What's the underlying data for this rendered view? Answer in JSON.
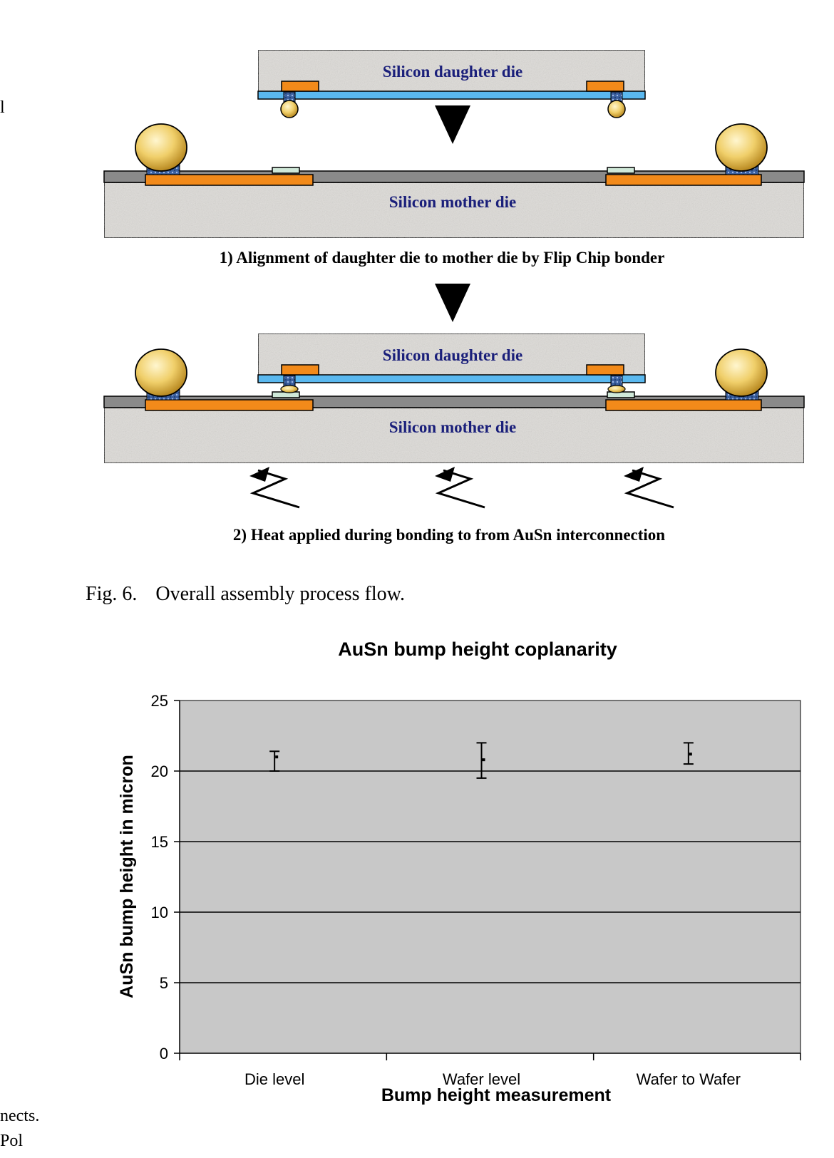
{
  "margin_fragments": {
    "top_left": "l",
    "bottom_line1": "nects.",
    "bottom_line2": "Pol"
  },
  "diagram": {
    "step1": {
      "daughter_label": "Silicon daughter die",
      "mother_label": "Silicon mother die",
      "caption": "1) Alignment of daughter die to mother die by Flip Chip bonder"
    },
    "step2": {
      "daughter_label": "Silicon daughter die",
      "mother_label": "Silicon mother die",
      "caption": "2) Heat applied during bonding to from AuSn interconnection"
    },
    "colors": {
      "pad": "#f28a1a",
      "passivation": "#5ab8ef",
      "solder_ball": "#f0cf6a",
      "ubm": "#3a5f9e",
      "silicon": "#dedcd8",
      "top_layer": "#8a8a8a",
      "label_text": "#1a1f7a"
    }
  },
  "figure_caption": {
    "label": "Fig. 6.",
    "text": "Overall assembly process flow."
  },
  "chart_data": {
    "type": "scatter",
    "title": "AuSn bump height coplanarity",
    "xlabel": "Bump height measurement",
    "ylabel": "AuSn bump height in micron",
    "categories": [
      "Die level",
      "Wafer level",
      "Wafer to Wafer"
    ],
    "mean": [
      21.0,
      20.8,
      21.2
    ],
    "err_low": [
      20.0,
      19.5,
      20.5
    ],
    "err_high": [
      21.4,
      22.0,
      22.0
    ],
    "ylim": [
      0,
      25
    ],
    "yticks": [
      0,
      5,
      10,
      15,
      20,
      25
    ],
    "grid": true,
    "plot_bg": "#c8c8c8"
  }
}
